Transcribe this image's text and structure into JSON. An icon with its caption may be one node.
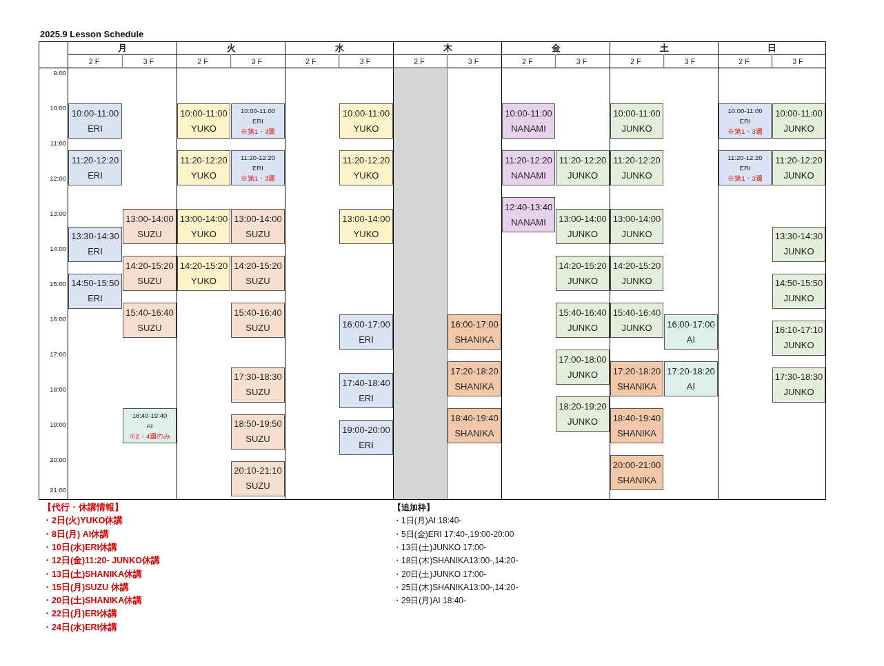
{
  "diagram": {
    "title": "2025.9 Lesson Schedule",
    "nodes": [
      {
        "text": [
          "10:00-11:00",
          "ERI"
        ]
      },
      {
        "text": [
          "11:20-12:20",
          "ERI"
        ]
      },
      {
        "text": [
          "13:30-14:30",
          "ERI"
        ]
      },
      {
        "text": [
          "14:50-15:50",
          "ERI"
        ]
      },
      {
        "text": [
          "13:00-14:00",
          "SUZU"
        ]
      },
      {
        "text": [
          "14:20-15:20",
          "SUZU"
        ]
      },
      {
        "text": [
          "15:40-16:40",
          "SUZU"
        ]
      },
      {
        "text": [
          "18:40-19:40",
          "AI",
          "※2・4週のみ"
        ]
      },
      {
        "text": [
          "10:00-11:00",
          "YUKO"
        ]
      },
      {
        "text": [
          "11:20-12:20",
          "YUKO"
        ]
      },
      {
        "text": [
          "13:00-14:00",
          "YUKO"
        ]
      },
      {
        "text": [
          "14:20-15:20",
          "YUKO"
        ]
      },
      {
        "text": [
          "10:00-11:00",
          "ERI",
          "※第1・3週"
        ]
      },
      {
        "text": [
          "11:20-12:20",
          "ERI",
          "※第1・3週"
        ]
      },
      {
        "text": [
          "13:00-14:00",
          "SUZU"
        ]
      },
      {
        "text": [
          "14:20-15:20",
          "SUZU"
        ]
      },
      {
        "text": [
          "15:40-16:40",
          "SUZU"
        ]
      },
      {
        "text": [
          "17:30-18:30",
          "SUZU"
        ]
      },
      {
        "text": [
          "18:50-19:50",
          "SUZU"
        ]
      },
      {
        "text": [
          "20:10-21:10",
          "SUZU"
        ]
      },
      {
        "text": [
          "10:00-11:00",
          "YUKO"
        ]
      },
      {
        "text": [
          "11:20-12:20",
          "YUKO"
        ]
      },
      {
        "text": [
          "13:00-14:00",
          "YUKO"
        ]
      },
      {
        "text": [
          "16:00-17:00",
          "ERI"
        ]
      },
      {
        "text": [
          "17:40-18:40",
          "ERI"
        ]
      },
      {
        "text": [
          "19:00-20:00",
          "ERI"
        ]
      },
      {
        "text": [],
        "shape": "bar"
      },
      {
        "text": [
          "16:00-17:00",
          "SHANIKA"
        ]
      },
      {
        "text": [
          "17:20-18:20",
          "SHANIKA"
        ]
      },
      {
        "text": [
          "18:40-19:40",
          "SHANIKA"
        ]
      },
      {
        "text": [
          "10:00-11:00",
          "NANAMI"
        ]
      },
      {
        "text": [
          "11:20-12:20",
          "NANAMI"
        ]
      },
      {
        "text": [
          "12:40-13:40",
          "NANAMI"
        ]
      },
      {
        "text": [
          "11:20-12:20",
          "JUNKO"
        ]
      },
      {
        "text": [
          "13:00-14:00",
          "JUNKO"
        ]
      },
      {
        "text": [
          "14:20-15:20",
          "JUNKO"
        ]
      },
      {
        "text": [
          "15:40-16:40",
          "JUNKO"
        ]
      },
      {
        "text": [
          "17:00-18:00",
          "JUNKO"
        ]
      },
      {
        "text": [
          "18:20-19:20",
          "JUNKO"
        ]
      },
      {
        "text": [
          "10:00-11:00",
          "JUNKO"
        ]
      },
      {
        "text": [
          "11:20-12:20",
          "JUNKO"
        ]
      },
      {
        "text": [
          "13:00-14:00",
          "JUNKO"
        ]
      },
      {
        "text": [
          "14:20-15:20",
          "JUNKO"
        ]
      },
      {
        "text": [
          "15:40-16:40",
          "JUNKO"
        ]
      },
      {
        "text": [
          "17:20-18:20",
          "SHANIKA"
        ]
      },
      {
        "text": [
          "18:40-19:40",
          "SHANIKA"
        ]
      },
      {
        "text": [
          "20:00-21:00",
          "SHANIKA"
        ]
      },
      {
        "text": [
          "16:00-17:00",
          "AI"
        ]
      },
      {
        "text": [
          "17:20-18:20",
          "AI"
        ]
      },
      {
        "text": [
          "10:00-11:00",
          "ERI",
          "※第1・3週"
        ]
      },
      {
        "text": [
          "11:20-12:20",
          "ERI",
          "※第1・3週"
        ]
      },
      {
        "text": [
          "10:00-11:00",
          "JUNKO"
        ]
      },
      {
        "text": [
          "11:20-12:20",
          "JUNKO"
        ]
      },
      {
        "text": [
          "13:30-14:30",
          "JUNKO"
        ]
      },
      {
        "text": [
          "14:50-15:50",
          "JUNKO"
        ]
      },
      {
        "text": [
          "16:10-17:10",
          "JUNKO"
        ]
      },
      {
        "text": [
          "17:30-18:30",
          "JUNKO"
        ]
      }
    ],
    "labels": [
      "月",
      "火",
      "水",
      "木",
      "金",
      "土",
      "日",
      "2F",
      "3F",
      "2F",
      "3F",
      "2F",
      "3F",
      "2F",
      "3F",
      "2F",
      "3F",
      "2F",
      "3F",
      "2F",
      "3F",
      "9:00",
      "10:00",
      "11:00",
      "12:00",
      "13:00",
      "14:00",
      "15:00",
      "16:00",
      "17:00",
      "18:00",
      "19:00",
      "20:00",
      "21:00",
      "【代行・休講情報】",
      "・2日(火)YUKO休講",
      "・8日(月) AI休講",
      "・10日(水)ERI休講",
      "・12日(金)11:20- JUNKO休講",
      "・13日(土)SHANIKA休講",
      "・15日(月)SUZU 休講",
      "・20日(土)SHANIKA休講",
      "・22日(月)ERI休講",
      "・24日(水)ERI休講",
      "【追加枠】",
      "・1日(月)AI 18:40-",
      "・5日(金)ERI 17:40-,19:00-20:00",
      "・13日(土)JUNKO 17:00-",
      "・18日(木)SHANIKA13:00-,14:20-",
      "・20日(土)JUNKO 17:00-",
      "・25日(木)SHANIKA13:00-,14:20-",
      "・29日(月)AI  18:40-"
    ]
  }
}
